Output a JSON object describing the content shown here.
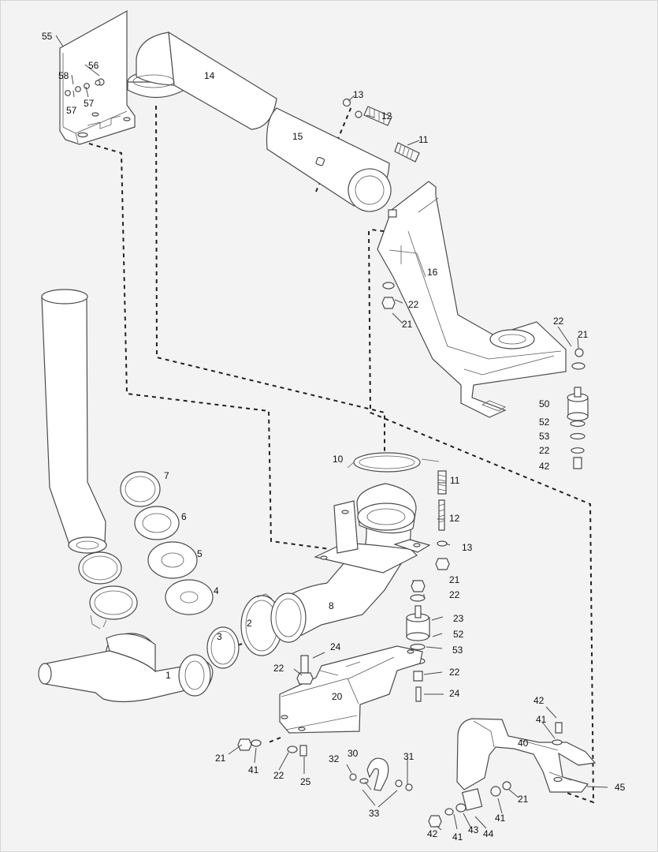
{
  "labels": {
    "l1": "1",
    "l2": "2",
    "l3": "3",
    "l4": "4",
    "l5": "5",
    "l6": "6",
    "l7": "7",
    "l8": "8",
    "l10": "10",
    "l11a": "11",
    "l11b": "11",
    "l12a": "12",
    "l12b": "12",
    "l13a": "13",
    "l13b": "13",
    "l14": "14",
    "l15": "15",
    "l16": "16",
    "l20": "20",
    "l21a": "21",
    "l21b": "21",
    "l21c": "21",
    "l21d": "21",
    "l21e": "21",
    "l22a": "22",
    "l22b": "22",
    "l22c": "22",
    "l22d": "22",
    "l22e": "22",
    "l22f": "22",
    "l22g": "22",
    "l23": "23",
    "l24a": "24",
    "l24b": "24",
    "l25": "25",
    "l30": "30",
    "l31": "31",
    "l32": "32",
    "l33": "33",
    "l40": "40",
    "l41a": "41",
    "l41b": "41",
    "l41c": "41",
    "l41d": "41",
    "l42a": "42",
    "l42b": "42",
    "l42c": "42",
    "l43": "43",
    "l44": "44",
    "l45": "45",
    "l50": "50",
    "l52a": "52",
    "l52b": "52",
    "l53a": "53",
    "l53b": "53",
    "l55": "55",
    "l56": "56",
    "l57a": "57",
    "l57b": "57",
    "l58": "58"
  }
}
